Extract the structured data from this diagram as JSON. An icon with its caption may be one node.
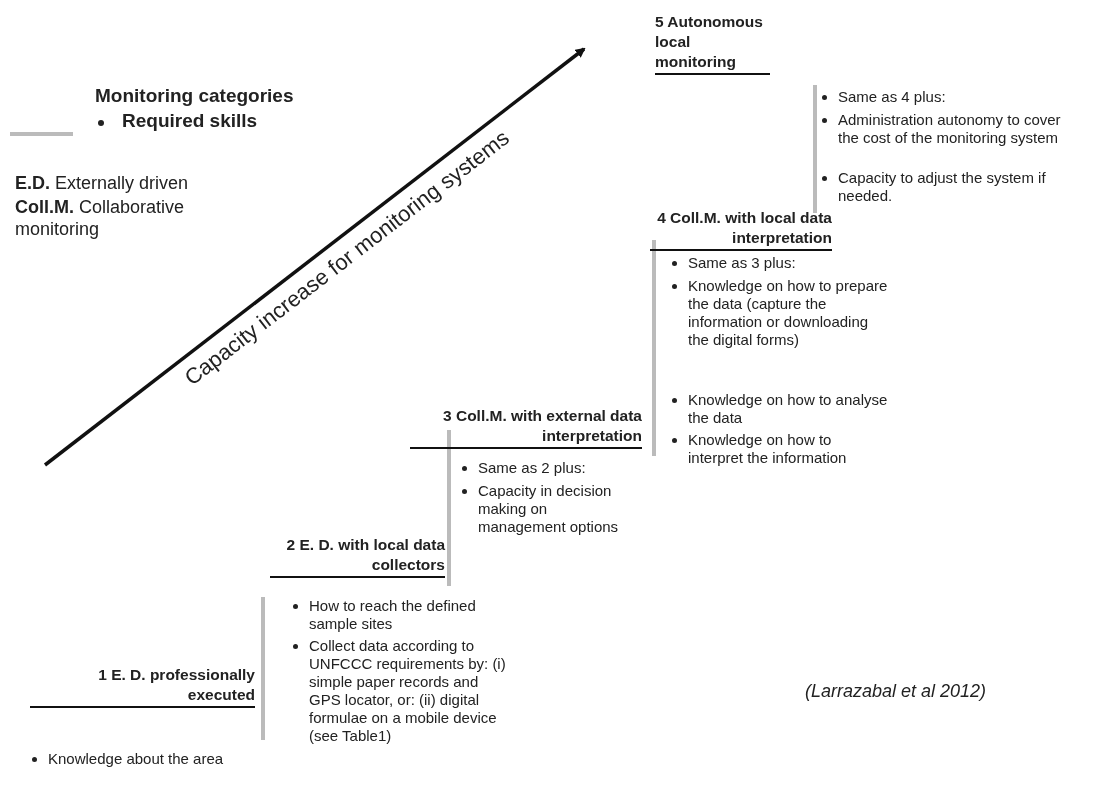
{
  "diagram": {
    "caption": "(Larrazabal et al 2012)",
    "labels": [
      "Monitoring categories",
      "Required skills",
      "**E.D.** Externally driven",
      "**Coll.M.** Collaborative monitoring",
      "Capacity increase for monitoring systems",
      "5 Autonomous local monitoring",
      "Same as 4 plus:",
      "Administration autonomy to cover the cost of the monitoring system",
      "Capacity to adjust the system if needed.",
      "4 Coll.M. with local data interpretation",
      "Same as 3 plus:",
      "Knowledge on how to prepare the data (capture the information or downloading the digital forms)",
      "Knowledge on how to analyse the data",
      "Knowledge on how to interpret the information",
      "3 Coll.M. with external data interpretation",
      "Same as 2 plus:",
      "Capacity in decision making on management options",
      "2 E. D. with local data collectors",
      "How to reach the defined sample sites",
      "Collect data according to UNFCCC requirements by: (i) simple paper records and GPS locator, or: (ii) digital formulae on a mobile device (see Table1)",
      "1 E. D. professionally executed",
      "Knowledge about the area"
    ]
  }
}
